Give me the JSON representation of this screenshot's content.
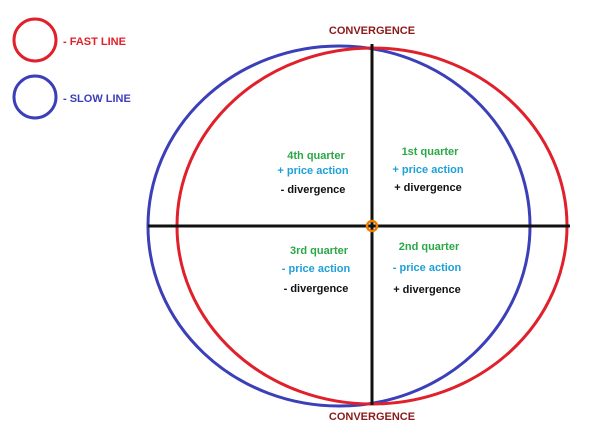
{
  "legend": {
    "fast": {
      "label": "- FAST LINE",
      "color": "#e0202a"
    },
    "slow": {
      "label": "- SLOW LINE",
      "color": "#3b3fb8"
    }
  },
  "labels": {
    "top": "CONVERGENCE",
    "bottom": "CONVERGENCE",
    "color": "#8b1a1a"
  },
  "quarters": {
    "q1": {
      "title": "1st quarter",
      "price": "+ price action",
      "div": "+ divergence"
    },
    "q2": {
      "title": "2nd quarter",
      "price": "- price action",
      "div": "+ divergence"
    },
    "q3": {
      "title": "3rd quarter",
      "price": "- price action",
      "div": "- divergence"
    },
    "q4": {
      "title": "4th quarter",
      "price": "+ price action",
      "div": "- divergence"
    }
  },
  "colors": {
    "title": "#2aa845",
    "price": "#1ea0d8",
    "div": "#111111",
    "axis": "#111111",
    "center": "#f07d00"
  }
}
